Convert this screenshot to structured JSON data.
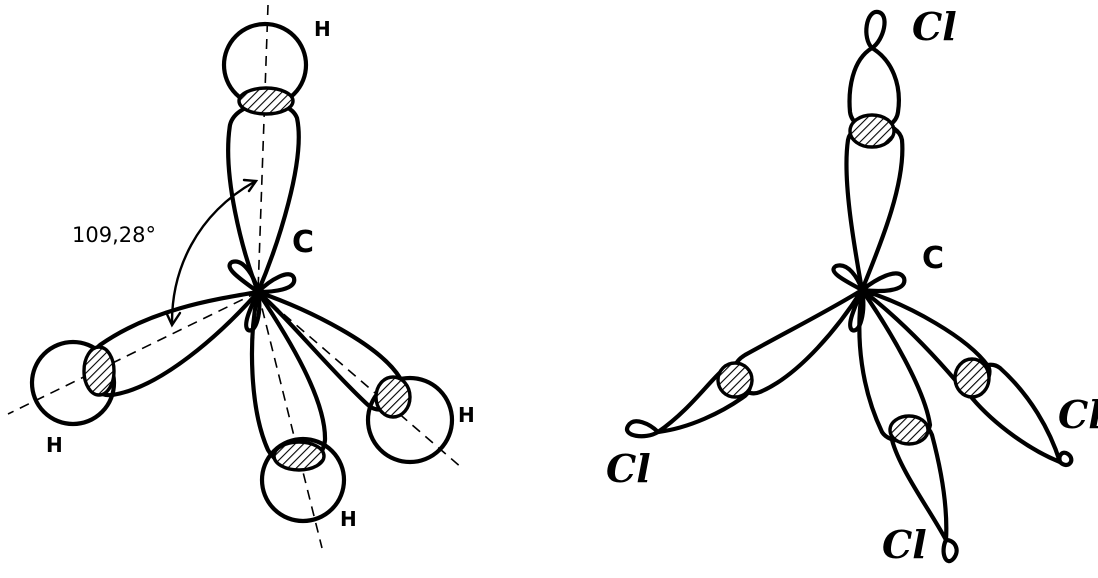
{
  "left_molecule": {
    "center_label": "C",
    "angle_label": "109,28°",
    "h_top": "H",
    "h_left": "H",
    "h_bottom": "H",
    "h_right": "H"
  },
  "right_molecule": {
    "center_label": "C",
    "cl_top": "Cl",
    "cl_left": "Cl",
    "cl_bottom": "Cl",
    "cl_right": "Cl"
  }
}
